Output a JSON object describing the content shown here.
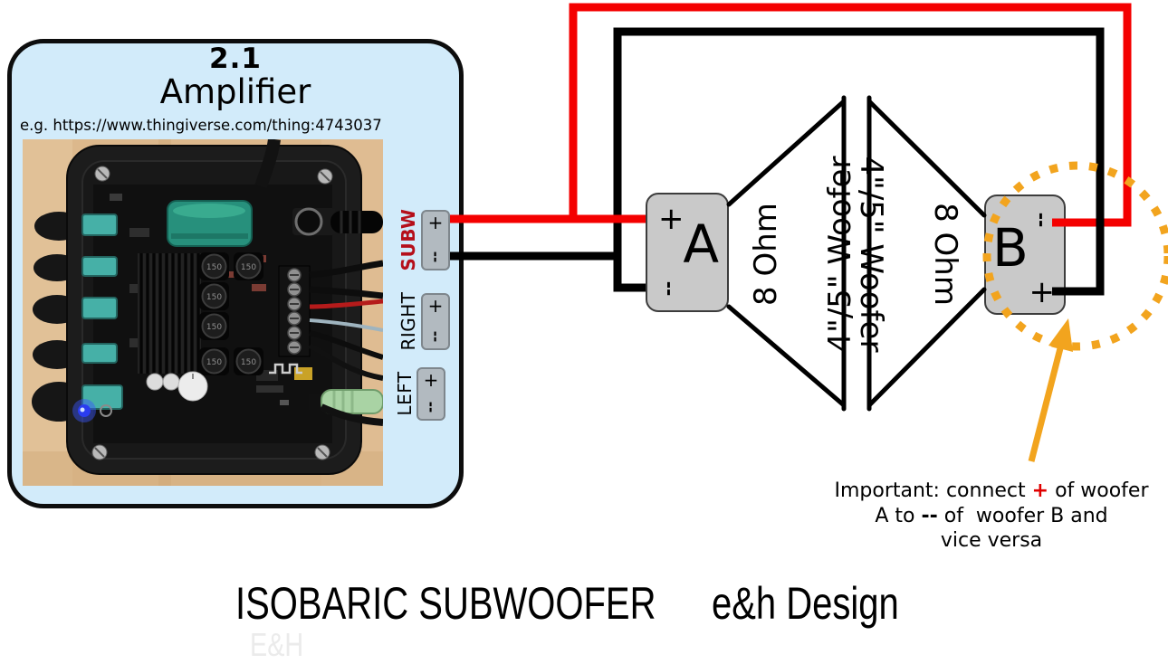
{
  "amplifier": {
    "title": "2.1",
    "subtitle": "Amplifier",
    "example_url": "e.g. https://www.thingiverse.com/thing:4743037",
    "channels": [
      {
        "label": "SUBW",
        "plus": "+",
        "minus": "--"
      },
      {
        "label": "RIGHT",
        "plus": "+",
        "minus": "--"
      },
      {
        "label": "LEFT",
        "plus": "+",
        "minus": "--"
      }
    ],
    "photo": {
      "inductor_label": "150"
    }
  },
  "woofers": [
    {
      "letter": "A",
      "top_terminal": "+",
      "bottom_terminal": "--",
      "spec_line1": "8 Ohm",
      "spec_line2": "4\"/5\" Woofer"
    },
    {
      "letter": "B",
      "top_terminal": "--",
      "bottom_terminal": "+",
      "spec_line1": "8 Ohm",
      "spec_line2": "4\"/5\" Woofer"
    }
  ],
  "note": {
    "line1_pre": "Important: connect ",
    "plus_symbol": "+",
    "line1_post": " of woofer",
    "line2_pre": "A to ",
    "minus_symbol": "--",
    "line2_post": " of  woofer B and",
    "line3": "vice versa"
  },
  "footer": {
    "title": "ISOBARIC SUBWOOFER",
    "brand": "e&h Design",
    "watermark": "E&H"
  },
  "colors": {
    "positive_wire": "#f40000",
    "negative_wire": "#000000",
    "highlight": "#f2a41e",
    "amp_panel": "#d2ebfa",
    "subw_label": "#b5101b",
    "terminal_fill": "#b2bac0",
    "woofer_box_fill": "#c9c9c9"
  }
}
